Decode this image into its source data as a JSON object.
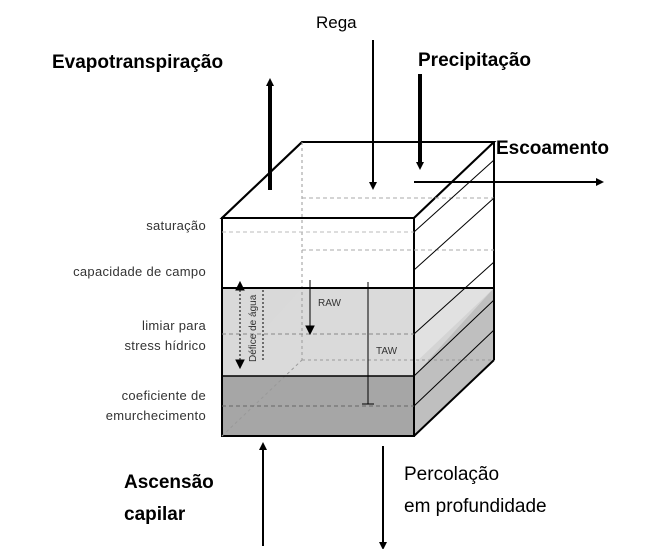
{
  "labels": {
    "rega": "Rega",
    "evapotranspiracao": "Evapotranspiração",
    "precipitacao": "Precipitação",
    "escoamento": "Escoamento",
    "ascensao_line1": "Ascensão",
    "ascensao_line2": "capilar",
    "percolacao_line1": "Percolação",
    "percolacao_line2": "em profundidade"
  },
  "levels": {
    "saturacao": "saturação",
    "capacidade_de_campo": "capacidade de campo",
    "limiar_line1": "limiar para",
    "limiar_line2": "stress hídrico",
    "coeficiente_line1": "coeficiente de",
    "coeficiente_line2": "emurchecimento"
  },
  "zones": {
    "raw": "RAW",
    "taw": "TAW",
    "vertical_label": "Défice de água"
  },
  "colors": {
    "soil_light": "#d9d9d9",
    "soil_dark": "#a6a6a6",
    "side_face": "#bfbfbf"
  }
}
